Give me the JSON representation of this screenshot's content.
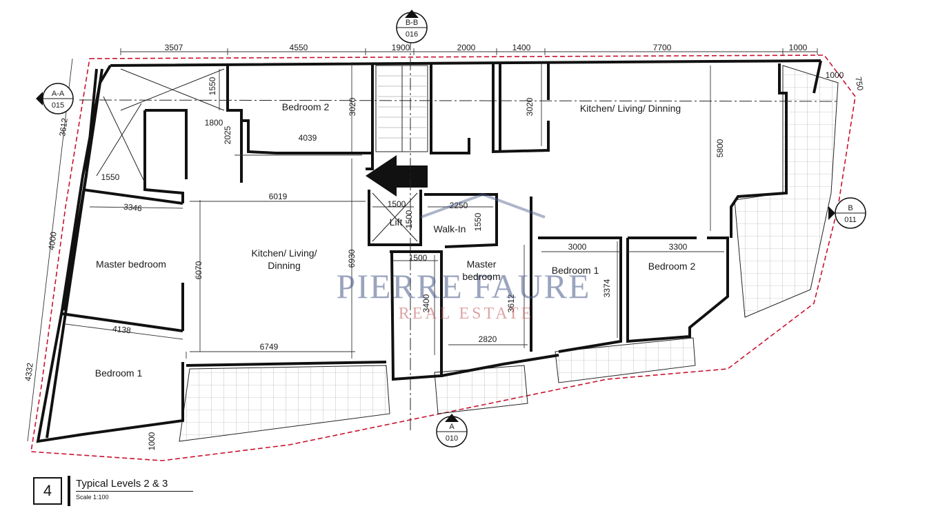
{
  "title_block": {
    "number": "4",
    "title": "Typical Levels 2 & 3",
    "scale": "Scale 1:100"
  },
  "watermark": {
    "line1": "PIERRE FAURE",
    "line2": "REAL ESTATE"
  },
  "rooms": {
    "bedroom2_left": "Bedroom 2",
    "kitchen_right": "Kitchen/ Living/ Dinning",
    "master_bedroom_left": "Master bedroom",
    "kitchen_left_line1": "Kitchen/ Living/",
    "kitchen_left_line2": "Dinning",
    "bedroom1_left": "Bedroom 1",
    "lift": "Lift",
    "walk_in": "Walk-In",
    "master_bedroom_right_line1": "Master",
    "master_bedroom_right_line2": "bedroom",
    "bedroom1_right": "Bedroom 1",
    "bedroom2_right": "Bedroom 2"
  },
  "section_markers": {
    "aa": {
      "top": "A-A",
      "bottom": "015"
    },
    "bb": {
      "top": "B-B",
      "bottom": "016"
    },
    "a": {
      "top": "A",
      "bottom": "010"
    },
    "b": {
      "top": "B",
      "bottom": "011"
    }
  },
  "dimensions": {
    "top": [
      "3507",
      "4550",
      "1900",
      "2000",
      "1400",
      "7700",
      "1000"
    ],
    "top_right_1000": "1000",
    "top_right_750": "750",
    "left_3612": "3612",
    "left_4000": "4000",
    "left_4332": "4332",
    "bottom_1000": "1000",
    "d1550_vert": "1550",
    "d3020_a": "3020",
    "d3020_b": "3020",
    "d1800": "1800",
    "d2025": "2025",
    "d4039": "4039",
    "d1550_horiz": "1550",
    "d3346": "3346",
    "d6019": "6019",
    "d1500_a": "1500",
    "d1500_b": "1500",
    "d2250": "2250",
    "d1550_c": "1550",
    "d3000": "3000",
    "d3300": "3300",
    "d5800": "5800",
    "d6070": "6070",
    "d6930": "6930",
    "d1500_c": "1500",
    "d3400": "3400",
    "d3612_b": "3612",
    "d3374": "3374",
    "d4138": "4138",
    "d6749": "6749",
    "d2820": "2820"
  }
}
